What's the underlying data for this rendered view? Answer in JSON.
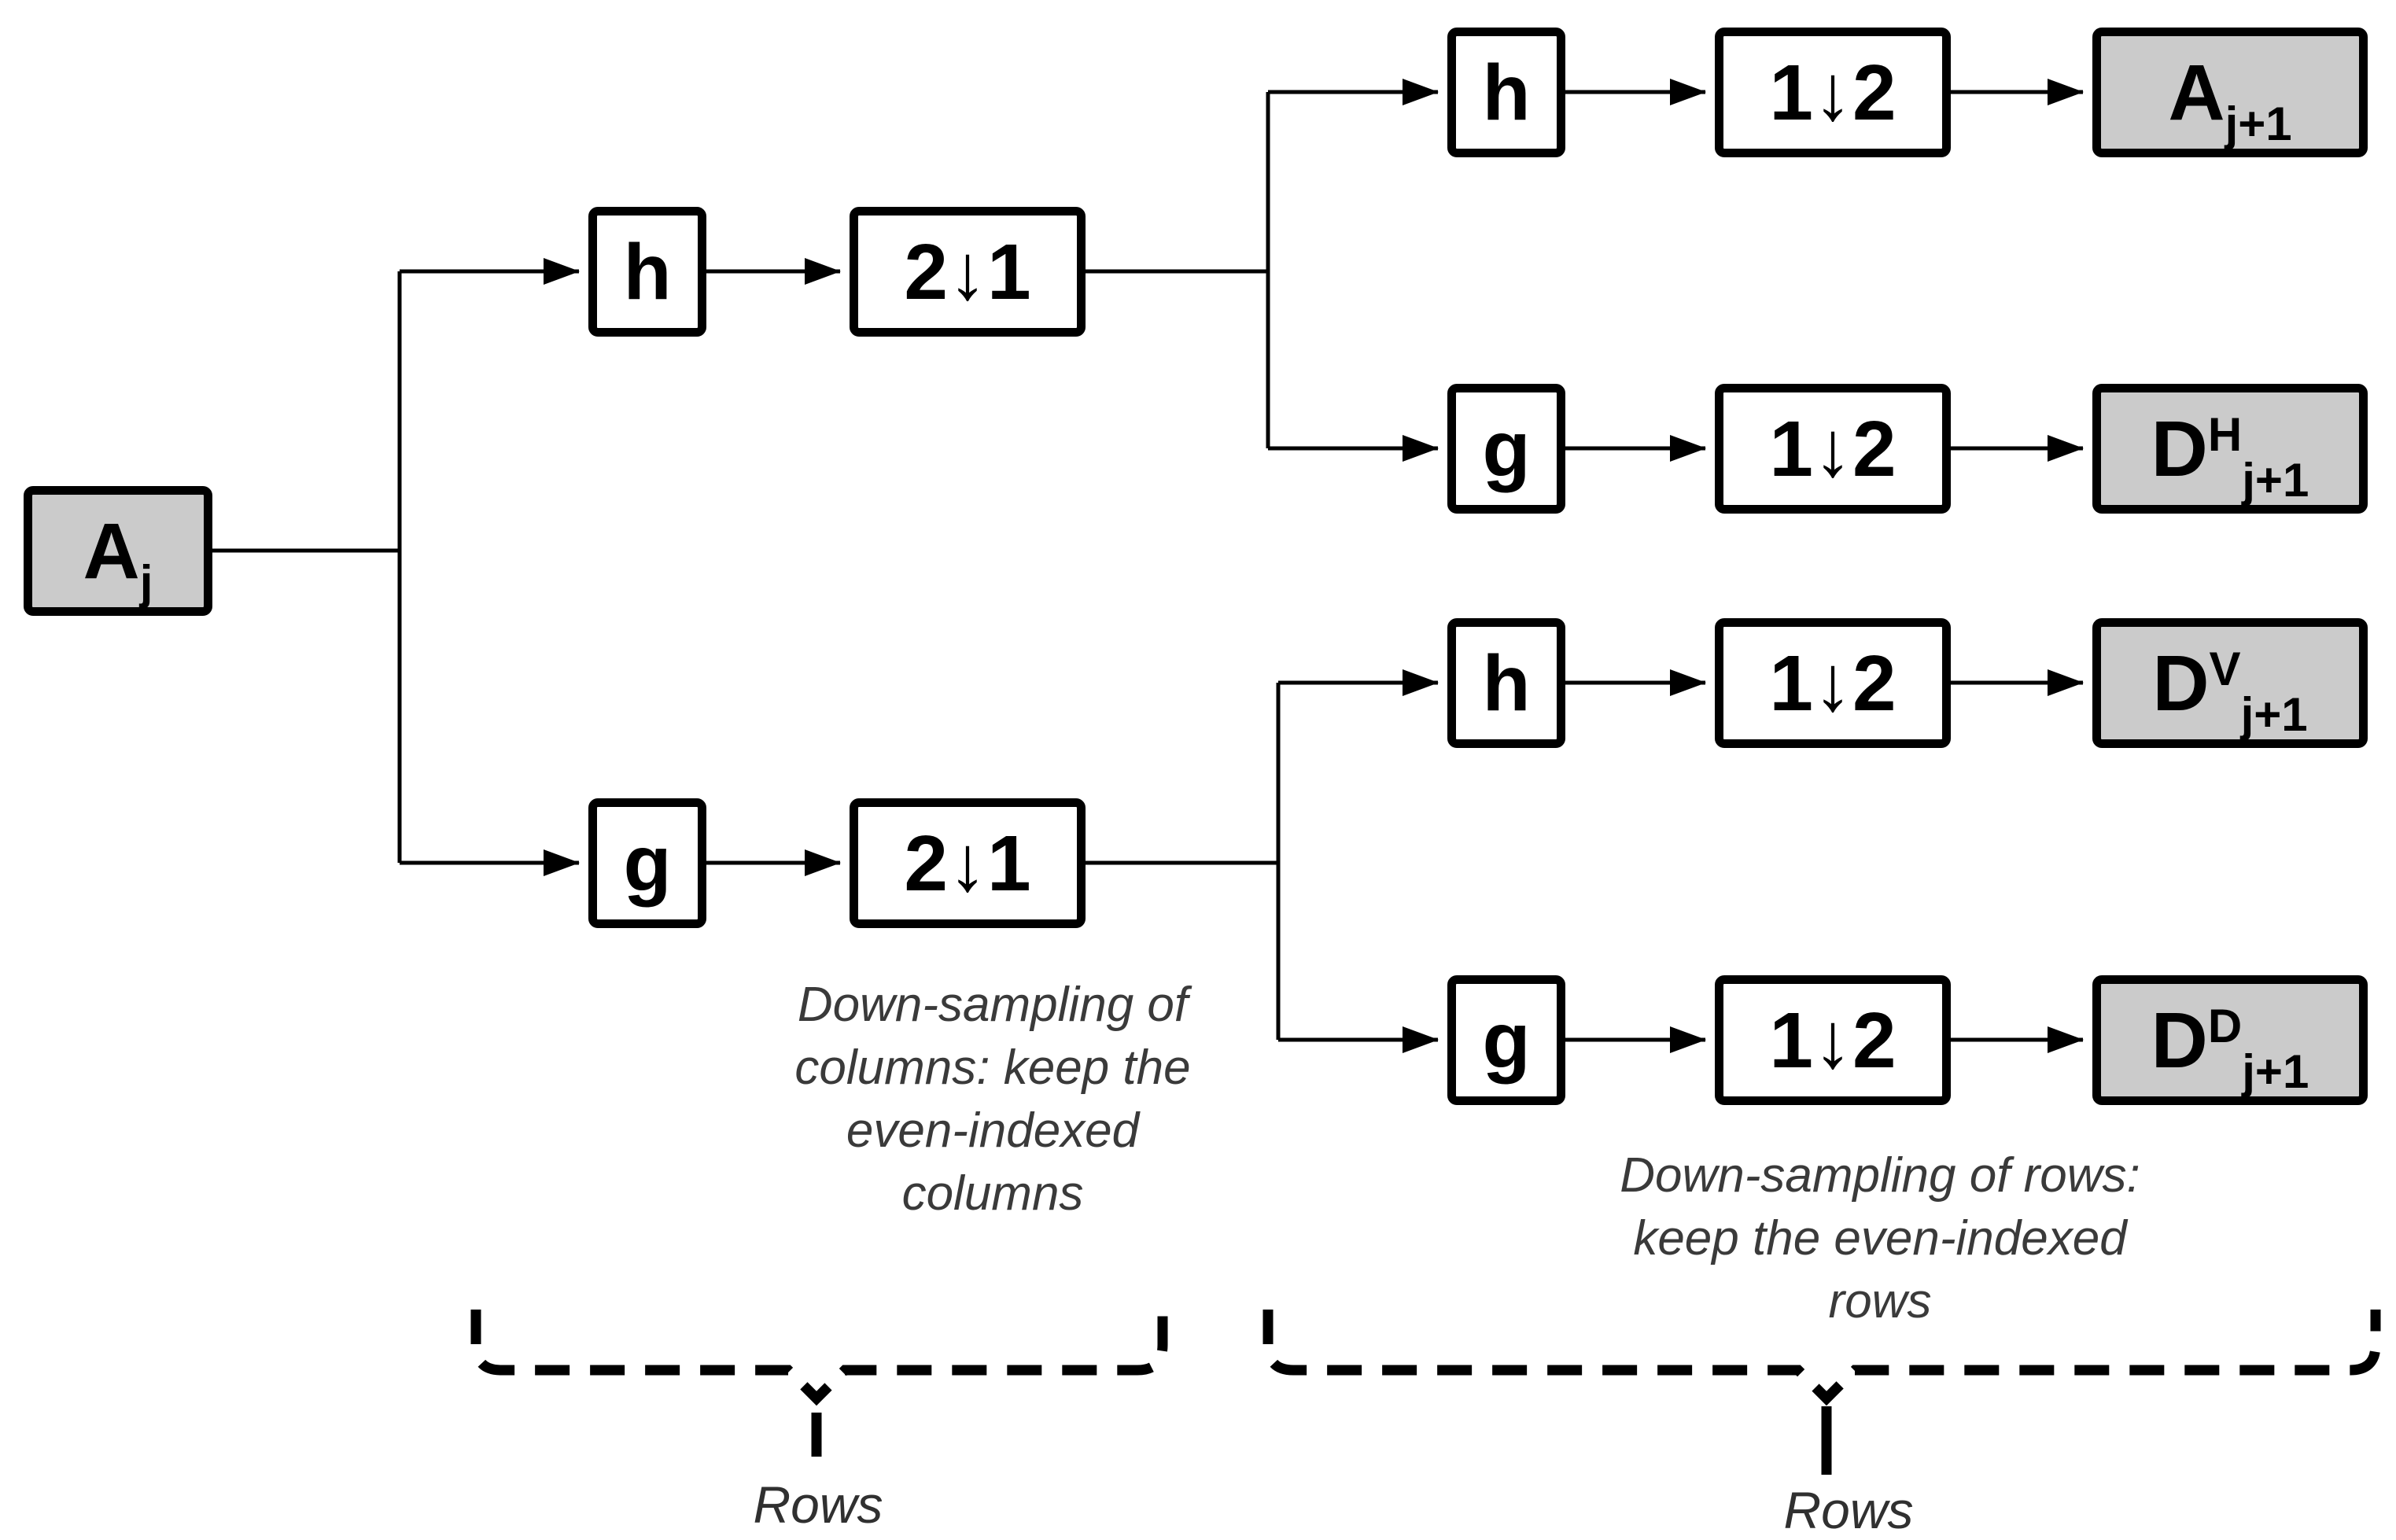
{
  "nodes": {
    "input": {
      "main": "A",
      "sub": "j"
    },
    "h_top": {
      "main": "h"
    },
    "down_cols_top": {
      "main": "2↓1"
    },
    "g_bottom": {
      "main": "g"
    },
    "down_cols_bottom": {
      "main": "2↓1"
    },
    "h_row1": {
      "main": "h"
    },
    "down_rows_row1": {
      "main": "1↓2"
    },
    "approx_out": {
      "main": "A",
      "sub": "j+1"
    },
    "g_row2": {
      "main": "g"
    },
    "down_rows_row2": {
      "main": "1↓2"
    },
    "detail_h_out": {
      "main": "D",
      "sup": "H",
      "sub": "j+1"
    },
    "h_row3": {
      "main": "h"
    },
    "down_rows_row3": {
      "main": "1↓2"
    },
    "detail_v_out": {
      "main": "D",
      "sup": "V",
      "sub": "j+1"
    },
    "g_row4": {
      "main": "g"
    },
    "down_rows_row4": {
      "main": "1↓2"
    },
    "detail_d_out": {
      "main": "D",
      "sup": "D",
      "sub": "j+1"
    }
  },
  "annotations": {
    "columns_note": "Down-sampling of columns: keep the even-indexed columns",
    "rows_note": "Down-sampling of rows: keep the even-indexed rows",
    "left_brace_label": "Rows",
    "right_brace_label": "Rows"
  },
  "colors": {
    "background": "#ffffff",
    "box_border": "#000000",
    "shaded_box_fill": "#cbcbcb",
    "plain_box_fill": "#ffffff",
    "line": "#000000",
    "note_text": "#3a3a3a"
  }
}
